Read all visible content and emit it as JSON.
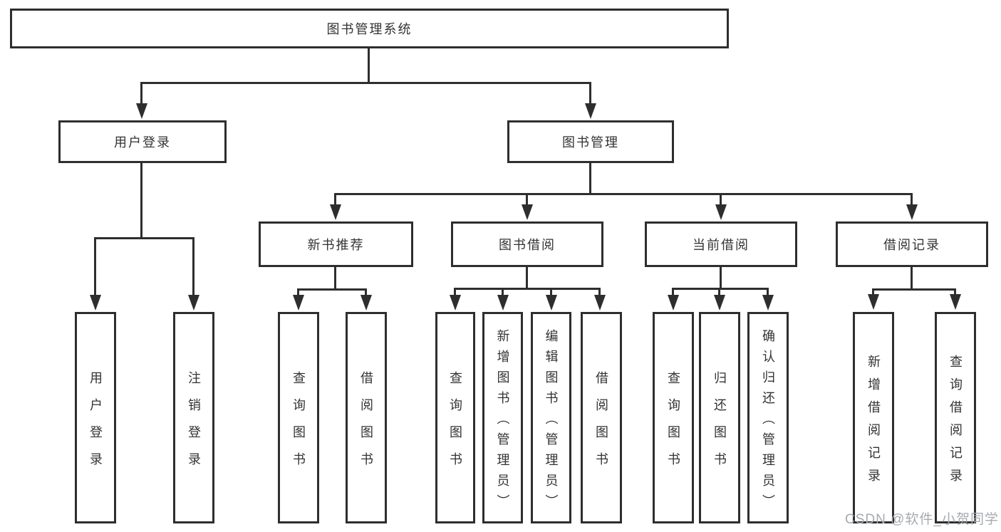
{
  "page": {
    "watermark": "CSDN @软件_小贺同学"
  },
  "colors": {
    "line": "#2e2e2e",
    "text": "#333333",
    "watermark": "#a6aab0",
    "bg": "#ffffff"
  },
  "tree": {
    "root": {
      "label": "图书管理系统",
      "children": [
        {
          "label": "用户登录",
          "children": [
            {
              "label": "用户登录"
            },
            {
              "label": "注销登录"
            }
          ]
        },
        {
          "label": "图书管理",
          "children": [
            {
              "label": "新书推荐",
              "children": [
                {
                  "label": "查询图书"
                },
                {
                  "label": "借阅图书"
                }
              ]
            },
            {
              "label": "图书借阅",
              "children": [
                {
                  "label": "查询图书"
                },
                {
                  "label": "新增图书（管理员）"
                },
                {
                  "label": "编辑图书（管理员）"
                },
                {
                  "label": "借阅图书"
                }
              ]
            },
            {
              "label": "当前借阅",
              "children": [
                {
                  "label": "查询图书"
                },
                {
                  "label": "归还图书"
                },
                {
                  "label": "确认归还（管理员）"
                }
              ]
            },
            {
              "label": "借阅记录",
              "children": [
                {
                  "label": "新增借阅记录"
                },
                {
                  "label": "查询借阅记录"
                }
              ]
            }
          ]
        }
      ]
    }
  }
}
